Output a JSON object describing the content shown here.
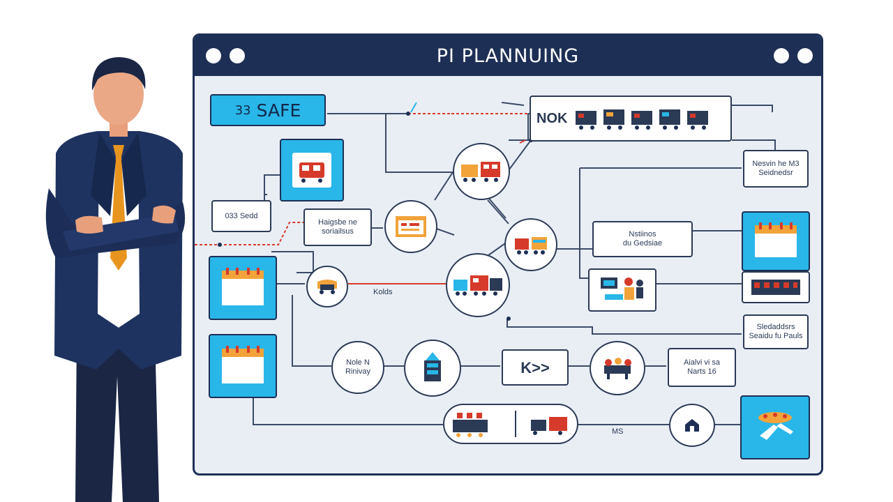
{
  "window": {
    "title": "PI PLANNUING"
  },
  "diagram": {
    "safe_label": "SAFE",
    "safe_prefix": "33",
    "labels": {
      "left_small": "033 Sedd",
      "mid_left": "Haigsbe ne\nsoriailsus",
      "right_top": "Nesvin he M3\nSeidnedsr",
      "mid_right": "Nstiinos\ndu Gedsiae",
      "under_line": "Kolds",
      "right_lower": "Sledaddsrs\nSeaidu fu Pauls",
      "node_bottom_left": "Nole N\nRinivay",
      "chevrons": "K>>",
      "bottom_right_box": "Aialvi vi sa\nNarts 16",
      "bottom_text": "MS",
      "top_strip": "NOK"
    },
    "colors": {
      "accent": "#29b6e8",
      "navy": "#1d2f55",
      "window_bg": "#e9eef5",
      "red": "#d63a2a",
      "orange": "#f2a33a"
    }
  }
}
